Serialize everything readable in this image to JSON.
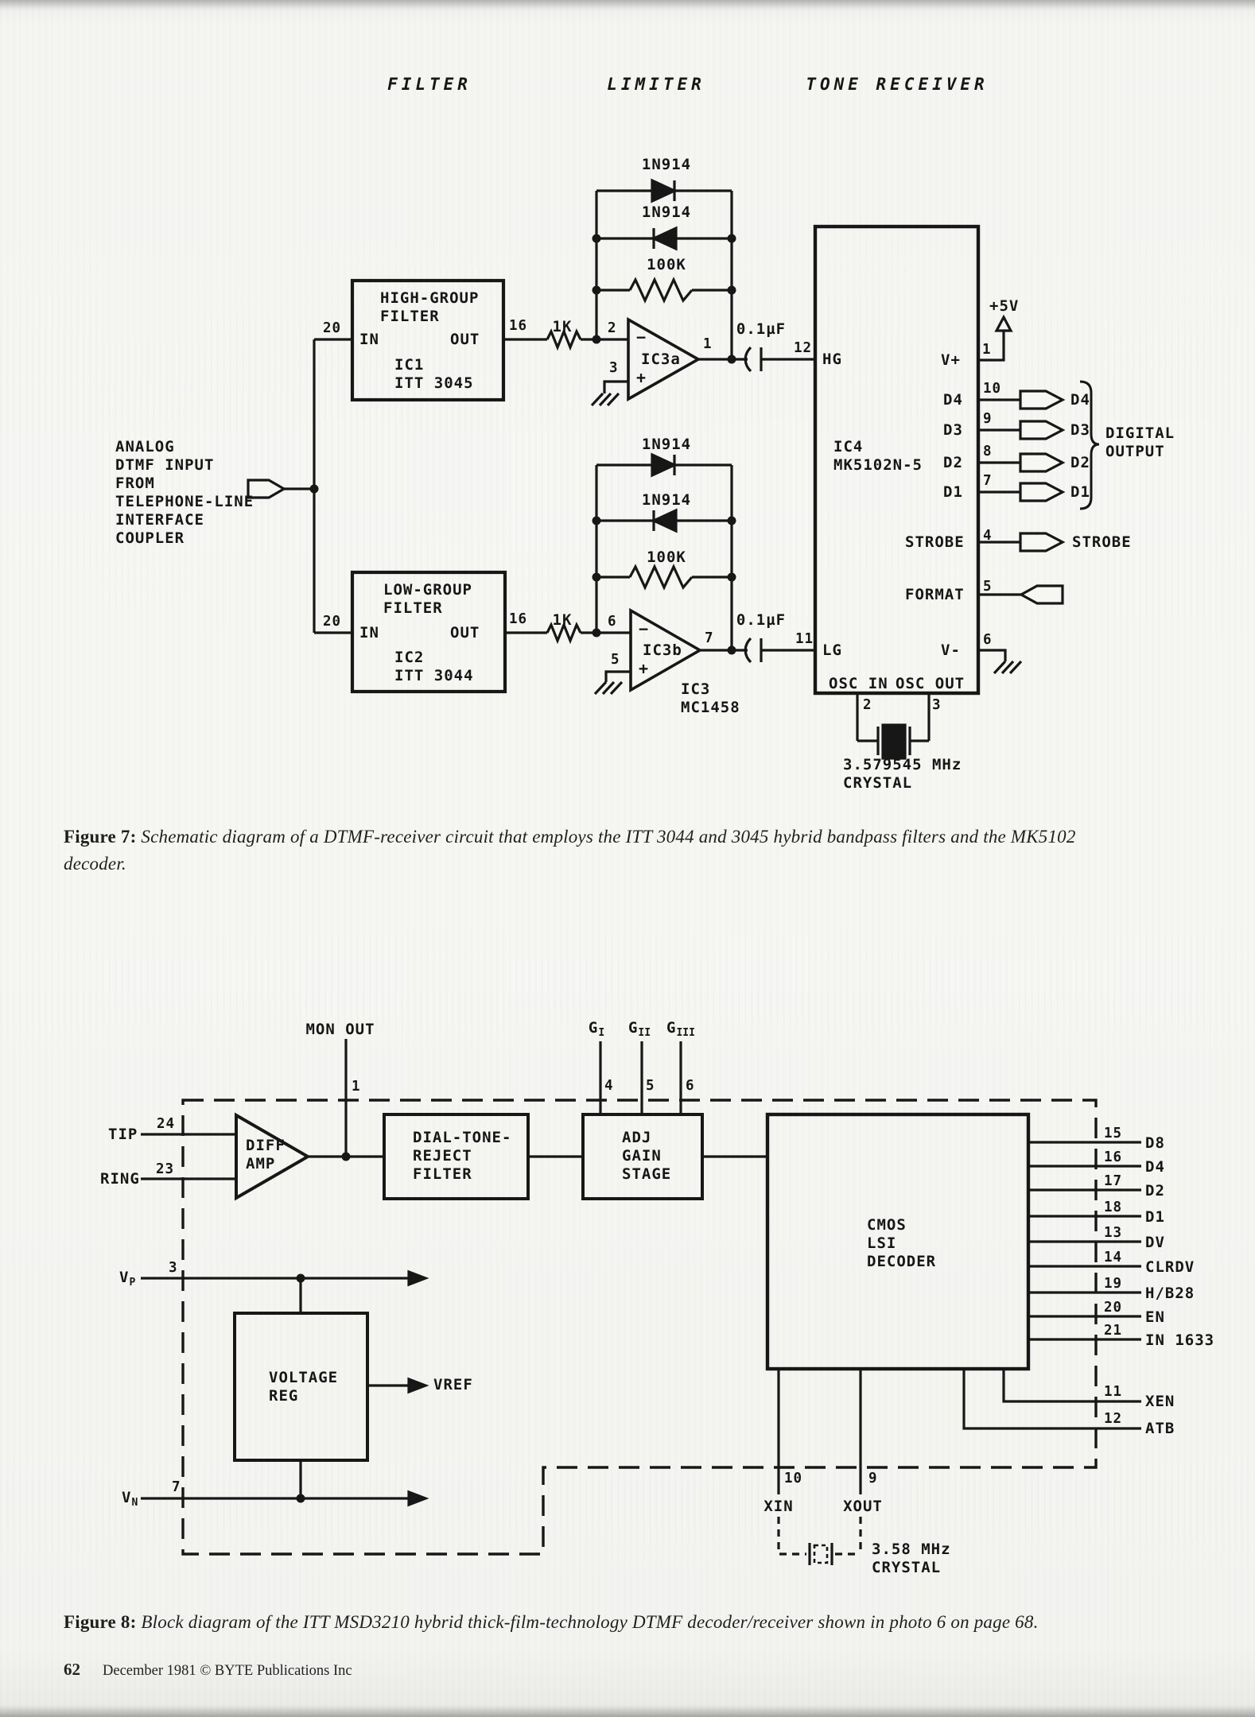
{
  "page": {
    "fig7_caption_prefix": "Figure 7:",
    "fig7_caption": " Schematic diagram of a DTMF-receiver circuit that employs the ITT 3044 and 3045 hybrid bandpass filters and the MK5102 decoder.",
    "fig8_caption_prefix": "Figure 8:",
    "fig8_caption": " Block diagram of the ITT MSD3210 hybrid thick-film-technology DTMF decoder/receiver shown in photo 6 on page 68.",
    "page_number": "62",
    "footer_text": "December 1981 © BYTE Publications Inc"
  },
  "fig7": {
    "headers": {
      "filter": "FILTER",
      "limiter": "LIMITER",
      "tone_receiver": "TONE RECEIVER"
    },
    "input_label": "ANALOG\nDTMF INPUT\nFROM\nTELEPHONE-LINE\nINTERFACE\nCOUPLER",
    "high_group": {
      "title": "HIGH-GROUP\nFILTER",
      "in": "IN",
      "out": "OUT",
      "part": "IC1\nITT 3045",
      "pin_in": "20",
      "pin_out": "16"
    },
    "low_group": {
      "title": "LOW-GROUP\nFILTER",
      "in": "IN",
      "out": "OUT",
      "part": "IC2\nITT 3044",
      "pin_in": "20",
      "pin_out": "16"
    },
    "r1k_top": "1K",
    "r1k_bot": "1K",
    "lim_top": {
      "d1": "1N914",
      "d2": "1N914",
      "r": "100K"
    },
    "lim_bot": {
      "d1": "1N914",
      "d2": "1N914",
      "r": "100K"
    },
    "opamp_a": {
      "name": "IC3a",
      "minus": "−",
      "plus": "+",
      "pin_minus": "2",
      "pin_plus": "3",
      "pin_out": "1"
    },
    "opamp_b": {
      "name": "IC3b",
      "minus": "−",
      "plus": "+",
      "pin_minus": "6",
      "pin_plus": "5",
      "pin_out": "7"
    },
    "ic3_part": "IC3\nMC1458",
    "cap_top": "0.1µF",
    "cap_bot": "0.1µF",
    "pin12": "12",
    "pin11": "11",
    "ic4": {
      "part": "IC4\nMK5102N-5",
      "hg": "HG",
      "lg": "LG",
      "vplus": "V+",
      "vminus": "V-",
      "osc_in": "OSC IN",
      "osc_out": "OSC OUT",
      "d4": "D4",
      "d3": "D3",
      "d2": "D2",
      "d1": "D1",
      "strobe": "STROBE",
      "format": "FORMAT",
      "pins": {
        "p1": "1",
        "p10": "10",
        "p9": "9",
        "p8": "8",
        "p7": "7",
        "p4": "4",
        "p5": "5",
        "p6": "6",
        "p2": "2",
        "p3": "3"
      }
    },
    "out": {
      "v5": "+5V",
      "d4": "D4",
      "d3": "D3",
      "d2": "D2",
      "d1": "D1",
      "strobe": "STROBE",
      "digital_output": "DIGITAL\nOUTPUT"
    },
    "crystal": "3.579545 MHz\nCRYSTAL"
  },
  "fig8": {
    "mon_out": "MON OUT",
    "pin_mon": "1",
    "tip": "TIP",
    "pin_tip": "24",
    "ring": "RING",
    "pin_ring": "23",
    "diff_amp": "DIFF\nAMP",
    "dtr_filter": "DIAL-TONE-\nREJECT\nFILTER",
    "adj_gain": "ADJ\nGAIN\nSTAGE",
    "g1": "G",
    "g1_sub": "I",
    "pin_g1": "4",
    "g2": "G",
    "g2_sub": "II",
    "pin_g2": "5",
    "g3": "G",
    "g3_sub": "III",
    "pin_g3": "6",
    "decoder": "CMOS\nLSI\nDECODER",
    "outputs": [
      {
        "pin": "15",
        "label": "D8"
      },
      {
        "pin": "16",
        "label": "D4"
      },
      {
        "pin": "17",
        "label": "D2"
      },
      {
        "pin": "18",
        "label": "D1"
      },
      {
        "pin": "13",
        "label": "DV"
      },
      {
        "pin": "14",
        "label": "CLRDV"
      },
      {
        "pin": "19",
        "label": "H/B28"
      },
      {
        "pin": "20",
        "label": "EN"
      },
      {
        "pin": "21",
        "label": "IN 1633"
      }
    ],
    "xen": {
      "pin": "11",
      "label": "XEN"
    },
    "atb": {
      "pin": "12",
      "label": "ATB"
    },
    "vp": "V",
    "vp_sub": "P",
    "pin_vp": "3",
    "vn": "V",
    "vn_sub": "N",
    "pin_vn": "7",
    "vreg": "VOLTAGE\nREG",
    "vref": "VREF",
    "xin": "XIN",
    "pin_xin": "10",
    "xout": "XOUT",
    "pin_xout": "9",
    "crystal": "3.58 MHz\nCRYSTAL"
  }
}
